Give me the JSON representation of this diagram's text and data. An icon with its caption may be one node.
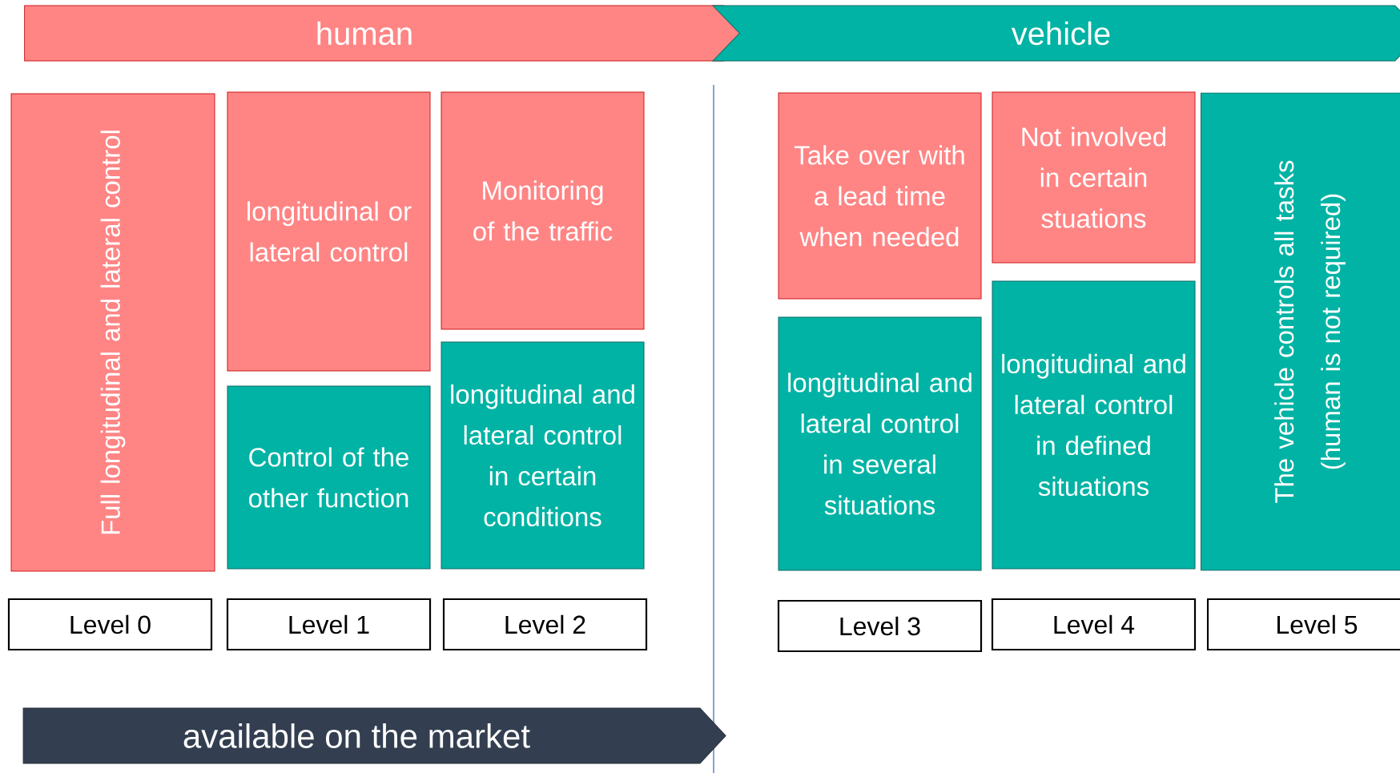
{
  "diagram": {
    "nodes": [
      {
        "text": [
          "human"
        ]
      },
      {
        "text": [
          "vehicle"
        ]
      },
      {
        "text": [
          "Full longitudinal and lateral control"
        ]
      },
      {
        "text": [
          "longitudinal or lateral control"
        ]
      },
      {
        "text": [
          "Control of the other function"
        ]
      },
      {
        "text": [
          "Monitoring of the traffic"
        ]
      },
      {
        "text": [
          "longitudinal and lateral control in certain conditions"
        ]
      },
      {
        "text": [
          "Take over with a lead time when needed"
        ]
      },
      {
        "text": [
          "longitudinal and lateral control in several situations"
        ]
      },
      {
        "text": [
          "Not involved in certain stuations"
        ]
      },
      {
        "text": [
          "longitudinal and lateral control in defined situations"
        ]
      },
      {
        "text": [
          "The vehicle controls all tasks (human is not required)"
        ]
      },
      {
        "text": [
          "Level 0"
        ]
      },
      {
        "text": [
          "Level 1"
        ]
      },
      {
        "text": [
          "Level 2"
        ]
      },
      {
        "text": [
          "Level 3"
        ]
      },
      {
        "text": [
          "Level 4"
        ]
      },
      {
        "text": [
          "Level 5"
        ]
      },
      {
        "text": [
          "available on the market"
        ]
      }
    ]
  }
}
